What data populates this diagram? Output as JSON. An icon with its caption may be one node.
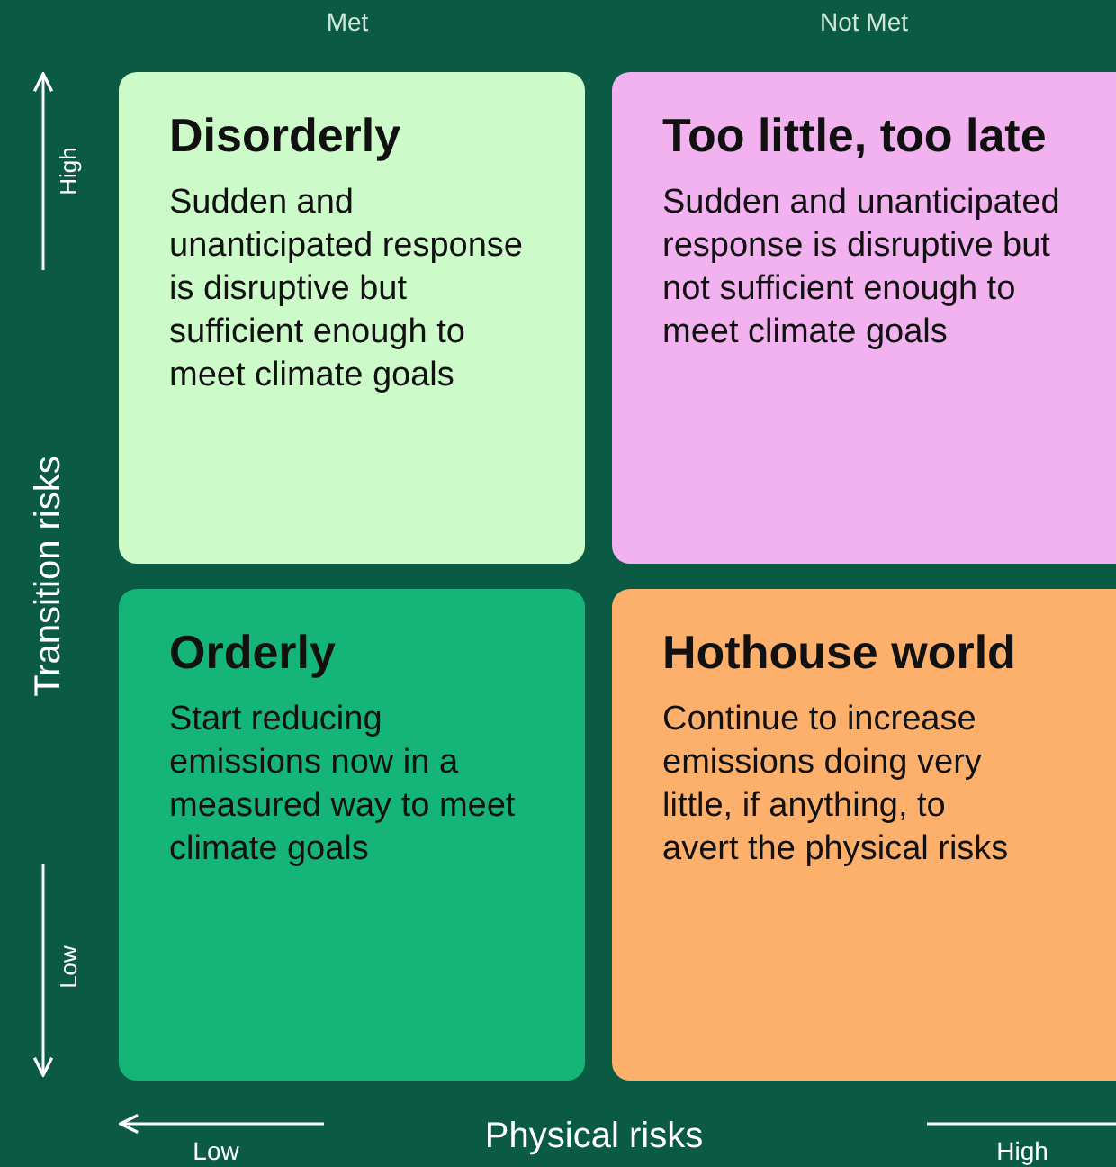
{
  "diagram": {
    "nodes": [
      {
        "text": [
          "Disorderly",
          "Sudden and unanticipated response is disruptive but sufficient enough to meet climate goals"
        ]
      },
      {
        "text": [
          "Too little, too late",
          "Sudden and unanticipated response is disruptive but not sufficient enough to meet climate goals"
        ]
      },
      {
        "text": [
          "Orderly",
          "Start reducing emissions now in a measured way to meet climate goals"
        ]
      },
      {
        "text": [
          "Hothouse world",
          "Continue to increase emissions doing very little, if anything, to avert the physical risks"
        ]
      }
    ],
    "labels": [
      "Met",
      "Not Met",
      "High",
      "Transition risks",
      "Low",
      "Low",
      "Physical risks",
      "High"
    ]
  }
}
